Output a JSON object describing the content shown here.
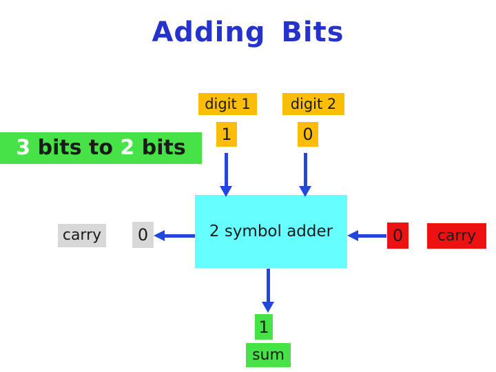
{
  "slide": {
    "title": "Adding Bits",
    "claim": {
      "seg1": "3",
      "seg2": " bits to ",
      "seg3": "2",
      "seg4": " bits"
    },
    "digit1": {
      "label": "digit 1",
      "value": "1"
    },
    "digit2": {
      "label": "digit 2",
      "value": "0"
    },
    "adder_label": "2 symbol adder",
    "carry_out": {
      "label": "carry",
      "value": "0"
    },
    "carry_in": {
      "label": "carry",
      "value": "0"
    },
    "sum": {
      "label": "sum",
      "value": "1"
    }
  },
  "colors": {
    "title_blue": "#2533cc",
    "arrow_blue": "#2247dd",
    "gold": "#fcbd08",
    "green": "#47e247",
    "cyan": "#66ffff",
    "gray": "#d8d8d8",
    "red": "#ee1111",
    "text": "#1a1a1a",
    "background": "#ffffff"
  }
}
